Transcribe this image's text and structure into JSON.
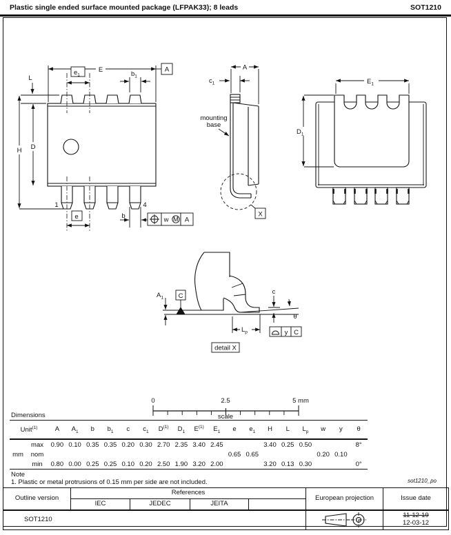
{
  "header": {
    "title": "Plastic single ended surface mounted package (LFPAK33); 8 leads",
    "doc_code": "SOT1210"
  },
  "drawing": {
    "front": {
      "E": "E",
      "datum_a": "A",
      "e1": {
        "t": "e",
        "sub": "1"
      },
      "b1": {
        "t": "b",
        "sub": "1"
      },
      "L": "L",
      "D": "D",
      "H": "H",
      "pin1": "1",
      "pin4": "4",
      "e": "e",
      "b": "b",
      "fcf_w": "w",
      "fcf_m": "M",
      "fcf_datum": "A"
    },
    "side": {
      "A": "A",
      "c1": {
        "t": "c",
        "sub": "1"
      },
      "mounting_line1": "mounting",
      "mounting_line2": "base",
      "X": "X"
    },
    "bottom": {
      "E1": {
        "t": "E",
        "sub": "1"
      },
      "D1": {
        "t": "D",
        "sub": "1"
      }
    },
    "detail": {
      "A1": {
        "t": "A",
        "sub": "1"
      },
      "datum_c": "C",
      "c": "c",
      "theta": "θ",
      "Lp": {
        "t": "L",
        "sub": "p"
      },
      "fcf_y": "y",
      "fcf_c": "C",
      "caption": "detail X"
    },
    "scale": {
      "zero": "0",
      "mid": "2.5",
      "end": "5 mm",
      "label": "scale"
    }
  },
  "dim_table": {
    "caption": "Dimensions",
    "unit": {
      "t": "Unit",
      "sup": "(1)"
    },
    "unit_value": "mm",
    "row_labels": [
      "max",
      "nom",
      "min"
    ],
    "columns": [
      {
        "t": "A"
      },
      {
        "t": "A",
        "sub": "1"
      },
      {
        "t": "b"
      },
      {
        "t": "b",
        "sub": "1"
      },
      {
        "t": "c"
      },
      {
        "t": "c",
        "sub": "1"
      },
      {
        "t": "D",
        "sup": "(1)"
      },
      {
        "t": "D",
        "sub": "1"
      },
      {
        "t": "E",
        "sup": "(1)"
      },
      {
        "t": "E",
        "sub": "1"
      },
      {
        "t": "e"
      },
      {
        "t": "e",
        "sub": "1"
      },
      {
        "t": "H"
      },
      {
        "t": "L"
      },
      {
        "t": "L",
        "sub": "p"
      },
      {
        "t": "w"
      },
      {
        "t": "y"
      },
      {
        "t": "θ"
      }
    ],
    "max": [
      "0.90",
      "0.10",
      "0.35",
      "0.35",
      "0.20",
      "0.30",
      "2.70",
      "2.35",
      "3.40",
      "2.45",
      "",
      "",
      "3.40",
      "0.25",
      "0.50",
      "",
      "",
      "8°"
    ],
    "nom": [
      "",
      "",
      "",
      "",
      "",
      "",
      "",
      "",
      "",
      "",
      "0.65",
      "0.65",
      "",
      "",
      "",
      "0.20",
      "0.10",
      ""
    ],
    "min": [
      "0.80",
      "0.00",
      "0.25",
      "0.25",
      "0.10",
      "0.20",
      "2.50",
      "1.90",
      "3.20",
      "2.00",
      "",
      "",
      "3.20",
      "0.13",
      "0.30",
      "",
      "",
      "0°"
    ]
  },
  "note": {
    "heading": "Note",
    "text": "1. Plastic or metal protrusions of 0.15 mm per side are not included.",
    "drawing_code": "sot1210_po"
  },
  "footer": {
    "outline_header": "Outline version",
    "references_header": "References",
    "refs": [
      "IEC",
      "JEDEC",
      "JEITA",
      ""
    ],
    "projection_header": "European projection",
    "issue_header": "Issue date",
    "outline_value": "SOT1210",
    "issue_old": "11-12-19",
    "issue_new": "12-03-12"
  }
}
